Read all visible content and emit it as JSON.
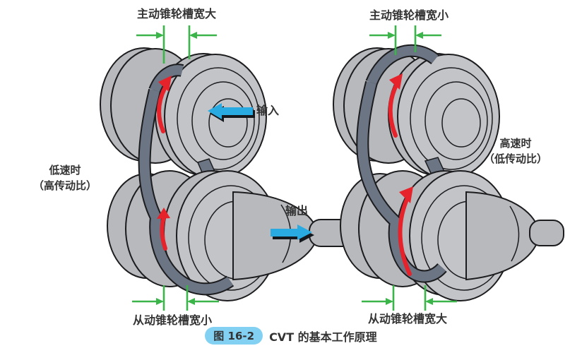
{
  "colors": {
    "pulley": "#b7b9bd",
    "pulley-light": "#c2c4c8",
    "outline": "#1c1c1e",
    "belt": "#6b7584",
    "green": "#3bb54a",
    "red": "#e6222b",
    "blue": "#29abe2",
    "badge": "#82d1f3",
    "text": "#333333",
    "bg": "#ffffff"
  },
  "left_diagram": {
    "top_measure_label": "主动锥轮槽宽大",
    "bottom_measure_label": "从动锥轮槽宽小",
    "side_label_line1": "低速时",
    "side_label_line2": "（高传动比）",
    "input_arrow_label": "输入",
    "output_arrow_label": "输出"
  },
  "right_diagram": {
    "top_measure_label": "主动锥轮槽宽小",
    "bottom_measure_label": "从动锥轮槽宽大",
    "side_label_line1": "高速时",
    "side_label_line2": "（低传动比）"
  },
  "caption": {
    "figure_badge": "图 16-2",
    "title": "CVT 的基本工作原理"
  },
  "icons": {
    "input_arrow": "blue-left-arrow",
    "output_arrow": "blue-right-arrow",
    "rotation_arrow": "red-curved-arrow",
    "measure_indicator": "green-inward-arrows"
  }
}
